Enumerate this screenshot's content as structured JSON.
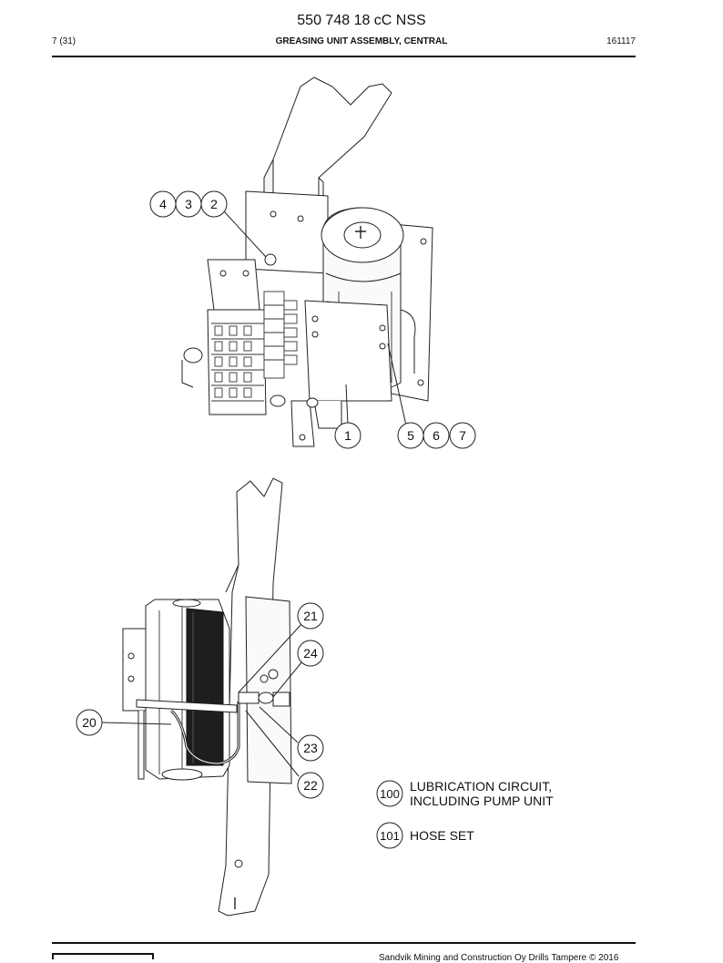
{
  "header": {
    "part_number": "550 748 18 cC NSS",
    "page": "7 (31)",
    "title": "GREASING UNIT ASSEMBLY, CENTRAL",
    "date": "161117"
  },
  "callouts_top": [
    "4",
    "3",
    "2",
    "1",
    "5",
    "6",
    "7"
  ],
  "callouts_bottom": [
    "21",
    "24",
    "20",
    "23",
    "22"
  ],
  "legend": [
    {
      "number": "100",
      "line1": "LUBRICATION CIRCUIT,",
      "line2": "INCLUDING PUMP UNIT"
    },
    {
      "number": "101",
      "line1": "HOSE SET"
    }
  ],
  "footer": {
    "copyright": "Sandvik Mining and Construction Oy Drills Tampere © 2016"
  }
}
